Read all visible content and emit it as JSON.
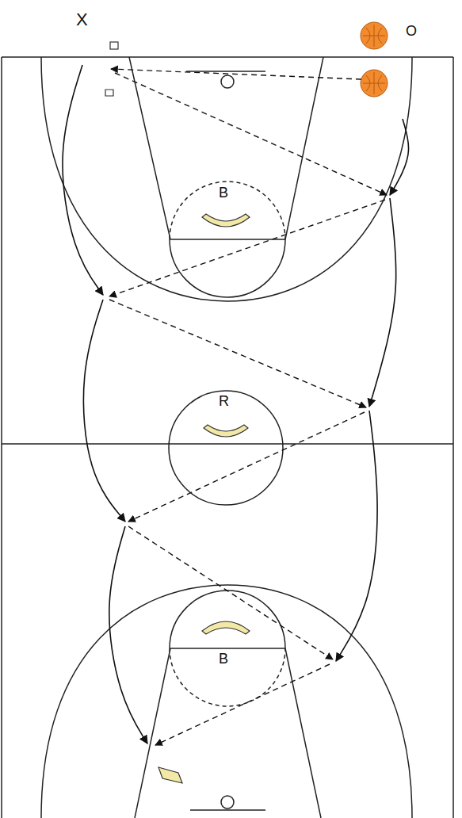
{
  "diagram": {
    "labels": [
      "X",
      "O",
      "B",
      "R",
      "B"
    ]
  }
}
